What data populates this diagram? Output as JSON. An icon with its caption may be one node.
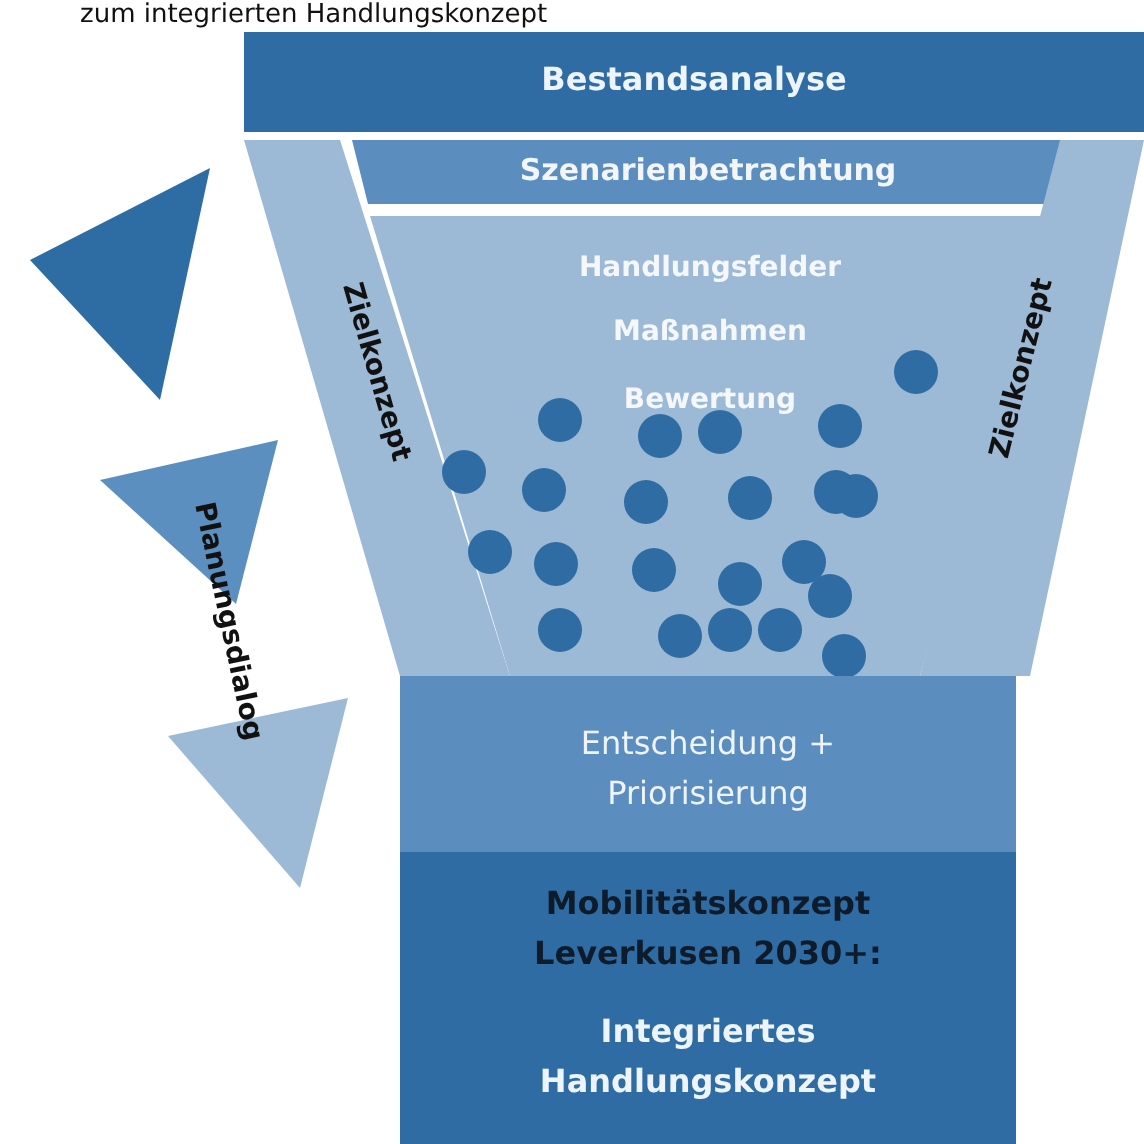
{
  "diagram": {
    "title": "zum integrierten Handlungskonzept",
    "nodes": [
      {
        "text": [
          "Bestandsanalyse"
        ]
      },
      {
        "text": [
          "Zielkonzept"
        ]
      },
      {
        "text": [
          "Szenarienbetrachtung"
        ]
      },
      {
        "text": [
          "Handlungsfelder",
          "Maßnahmen",
          "Bewertung"
        ]
      },
      {
        "text": [
          "Zielkonzept"
        ]
      },
      {
        "text": [
          "Entscheidung + Priorisierung"
        ]
      },
      {
        "text": [
          "Mobilitätskonzept Leverkusen 2030+:",
          "Integriertes Handlungskonzept"
        ]
      },
      {
        "text": [],
        "shape": "triangle"
      },
      {
        "text": [],
        "shape": "triangle"
      },
      {
        "text": [],
        "shape": "triangle"
      }
    ],
    "edges": [],
    "labels": [
      "Planungsdialog"
    ]
  }
}
